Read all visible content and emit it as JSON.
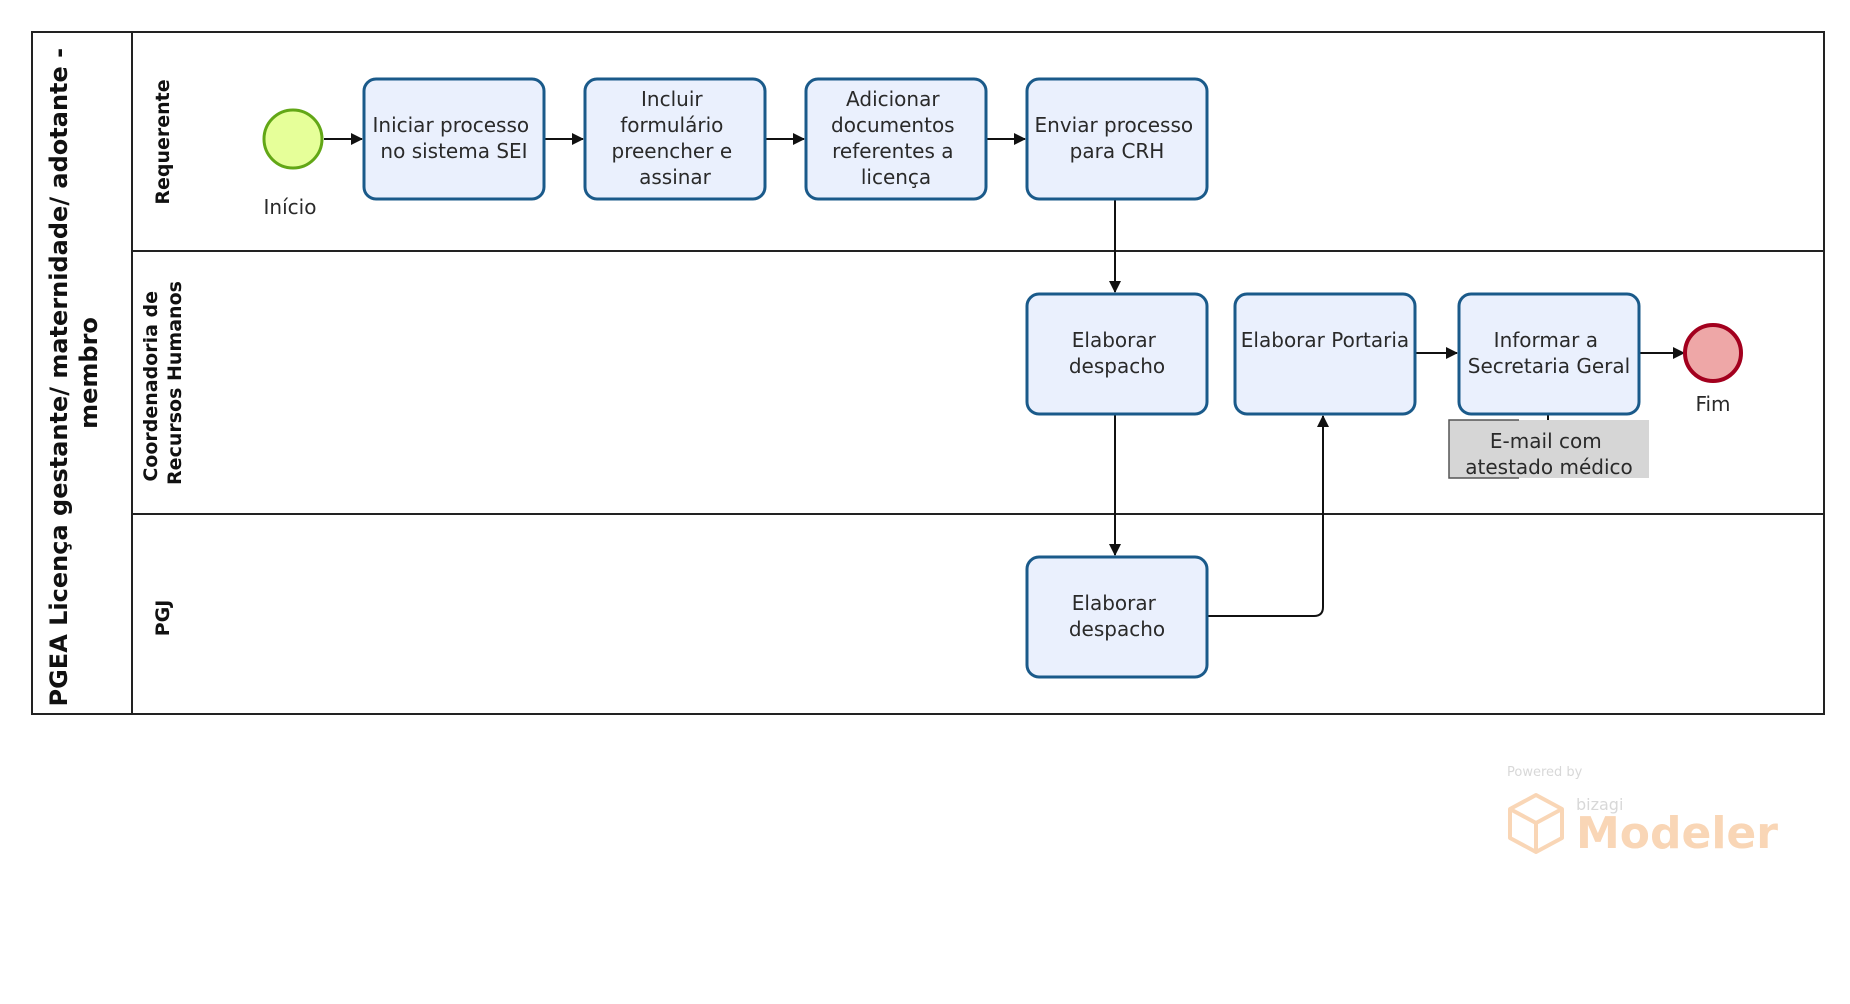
{
  "pool": {
    "title_line1": "PGEA Licença gestante/ maternidade/ adotante -",
    "title_line2": "membro"
  },
  "lanes": [
    {
      "lines": [
        "Requerente"
      ]
    },
    {
      "lines": [
        "Coordenadoria de",
        "Recursos Humanos"
      ]
    },
    {
      "lines": [
        "PGJ"
      ]
    }
  ],
  "events": {
    "start": {
      "label": "Início",
      "fill": "#e6ff99",
      "stroke": "#62a716"
    },
    "end": {
      "label": "Fim",
      "fill": "#eea7a7",
      "stroke": "#a3001e"
    }
  },
  "tasks": [
    {
      "lines": [
        "Iniciar processo",
        "no sistema SEI"
      ]
    },
    {
      "lines": [
        "Incluir",
        "formulário",
        "preencher e",
        "assinar"
      ]
    },
    {
      "lines": [
        "Adicionar",
        "documentos",
        "referentes a",
        "licença"
      ]
    },
    {
      "lines": [
        "Enviar processo",
        "para CRH"
      ]
    },
    {
      "lines": [
        "Elaborar",
        "despacho"
      ]
    },
    {
      "lines": [
        "Elaborar Portaria"
      ]
    },
    {
      "lines": [
        "Informar a",
        "Secretaria Geral"
      ]
    },
    {
      "lines": [
        "Elaborar",
        "despacho"
      ]
    }
  ],
  "annotation": {
    "lines": [
      "E-mail com",
      "atestado médico"
    ]
  },
  "watermark": {
    "powered_by": "Powered by",
    "brand": "bizagi",
    "product": "Modeler"
  },
  "colors": {
    "task_fill": "#eaf0fd",
    "task_stroke": "#1a5a8a",
    "line": "#111111"
  }
}
